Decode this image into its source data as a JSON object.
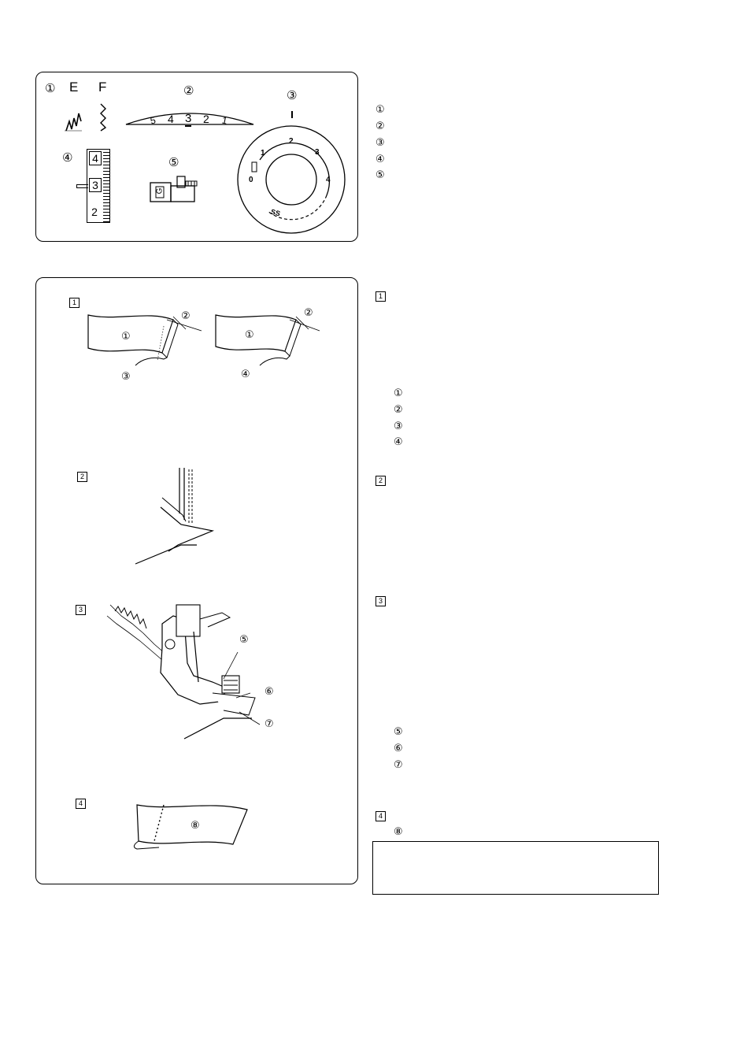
{
  "settings_panel": {
    "marker_1": "①",
    "pattern_e": "E",
    "pattern_f": "F",
    "marker_2": "②",
    "stitch_width_ticks": [
      "5",
      "4",
      "3",
      "2",
      "1"
    ],
    "stitch_width_selected": "3",
    "marker_3": "③",
    "dial_ticks": [
      "0",
      "1",
      "2",
      "3",
      "4"
    ],
    "dial_ss_label": "SS",
    "marker_4": "④",
    "length_scale": [
      "4",
      "3",
      "2"
    ],
    "length_selected": "3",
    "marker_5": "⑤",
    "foot_letter": "G"
  },
  "settings_legend": [
    "①",
    "②",
    "③",
    "④",
    "⑤"
  ],
  "steps": [
    {
      "num": "1"
    },
    {
      "num": "2"
    },
    {
      "num": "3"
    },
    {
      "num": "4"
    }
  ],
  "step1_figure": {
    "left_labels": [
      "①",
      "②",
      "③"
    ],
    "right_labels": [
      "①",
      "②",
      "④"
    ]
  },
  "step3_figure": {
    "labels": [
      "⑤",
      "⑥",
      "⑦"
    ]
  },
  "step4_figure": {
    "label": "⑧"
  },
  "text_column": {
    "step1_items": [
      "①",
      "②",
      "③",
      "④"
    ],
    "step3_items": [
      "⑤",
      "⑥",
      "⑦"
    ],
    "step4_items": [
      "⑧"
    ]
  },
  "colors": {
    "line": "#000000",
    "stitch": "#555555"
  }
}
